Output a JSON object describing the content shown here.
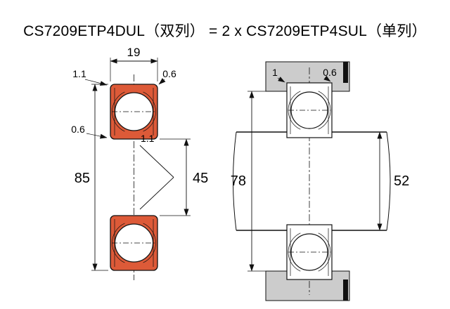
{
  "title": "CS7209ETP4DUL（双列） = 2 x CS7209ETP4SUL（单列）",
  "left_view": {
    "width_dim": "19",
    "outer_diameter_dim": "85",
    "bore_dim": "45",
    "chamfer_top_left": "1.1",
    "chamfer_top_right": "0.6",
    "chamfer_left": "0.6",
    "chamfer_center": "1.1"
  },
  "right_view": {
    "housing_shoulder_dim": "78",
    "shaft_shoulder_dim": "52",
    "fillet_left": "1",
    "fillet_right": "0.6"
  },
  "colors": {
    "ring_orange": "#dd5a38",
    "housing_gray": "#cccccc",
    "line": "#111111",
    "bg": "#ffffff"
  }
}
